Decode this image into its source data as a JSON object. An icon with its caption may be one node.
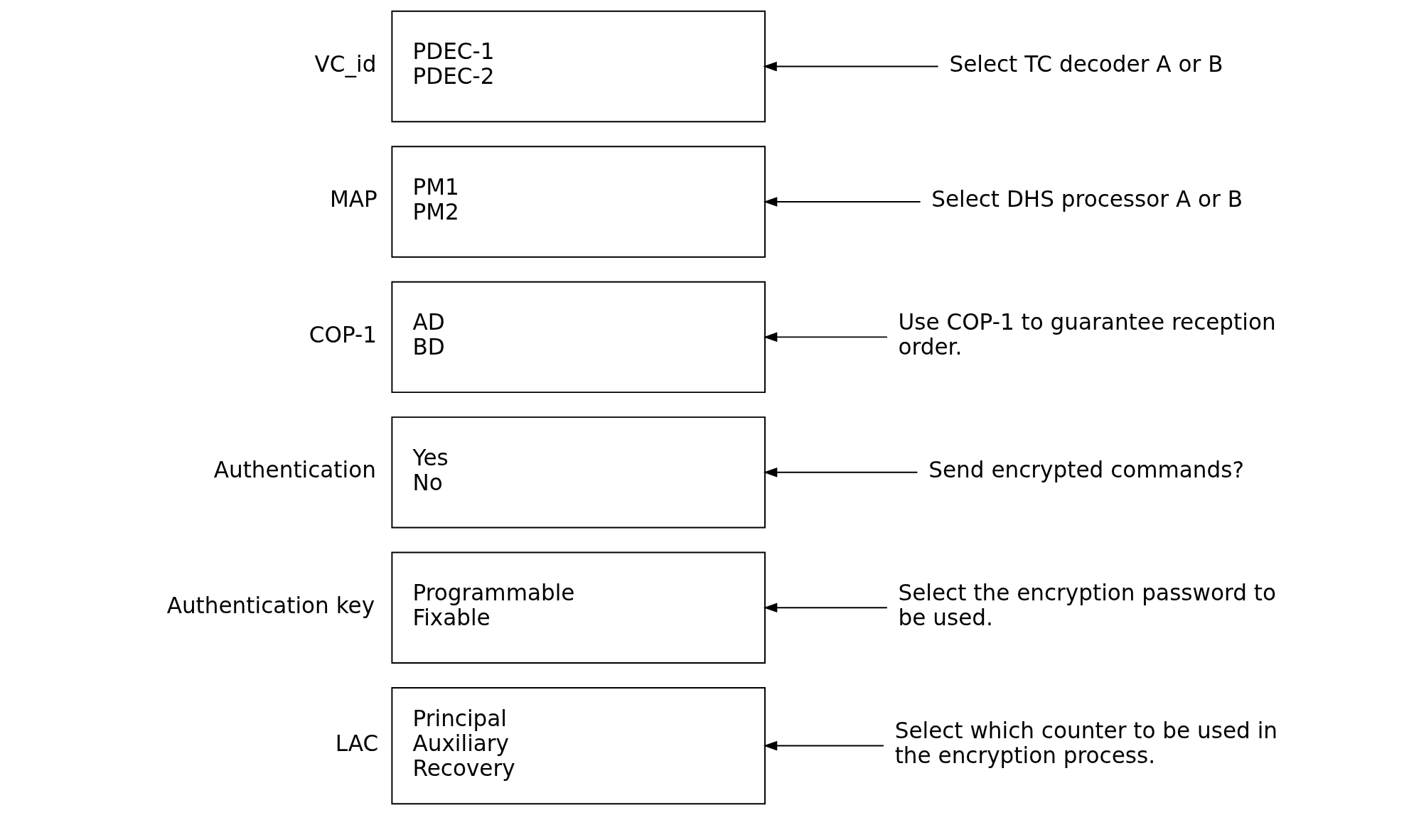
{
  "diagram": {
    "nodes": [
      {
        "text": [
          "PDEC-1",
          "PDEC-2"
        ],
        "beside": [
          "VC_id"
        ]
      },
      {
        "text": [
          "PM1",
          "PM2"
        ],
        "beside": [
          "MAP"
        ]
      },
      {
        "text": [
          "AD",
          "BD"
        ],
        "beside": [
          "COP-1"
        ]
      },
      {
        "text": [
          "Yes",
          "No"
        ],
        "beside": [
          "Authentication"
        ]
      },
      {
        "text": [
          "Programmable",
          "Fixable"
        ],
        "beside": [
          "Authentication key"
        ]
      },
      {
        "text": [
          "Principal",
          "Auxiliary",
          "Recovery"
        ],
        "beside": [
          "LAC"
        ]
      },
      {
        "text": [
          "Select TC decoder A or B"
        ]
      },
      {
        "text": [
          "Select DHS processor A or B"
        ]
      },
      {
        "text": [
          "Use COP-1 to guarantee reception order."
        ]
      },
      {
        "text": [
          "Send encrypted commands?"
        ]
      },
      {
        "text": [
          "Select the encryption password to be used."
        ]
      },
      {
        "text": [
          "Select which counter to be used in the encryption process."
        ]
      }
    ],
    "edges": [
      {
        "from": 6,
        "to": 0,
        "arrow": "to"
      },
      {
        "from": 7,
        "to": 1,
        "arrow": "to"
      },
      {
        "from": 8,
        "to": 2,
        "arrow": "to"
      },
      {
        "from": 9,
        "to": 3,
        "arrow": "to"
      },
      {
        "from": 10,
        "to": 4,
        "arrow": "to"
      },
      {
        "from": 11,
        "to": 5,
        "arrow": "to"
      }
    ]
  }
}
